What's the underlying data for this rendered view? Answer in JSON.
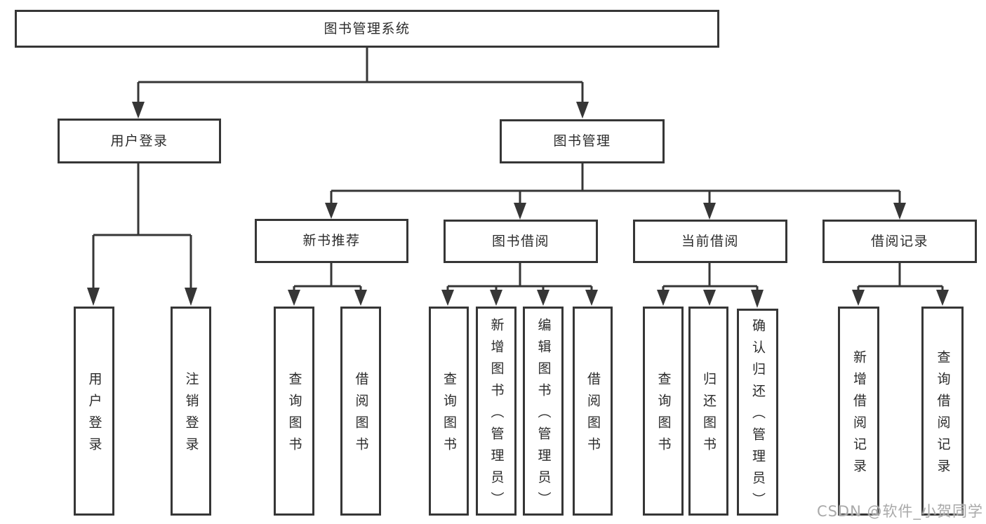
{
  "colors": {
    "background": "#ffffff",
    "line": "#363636",
    "box_border": "#363636",
    "text": "#2b2b2b",
    "watermark": "#a9a9a9"
  },
  "root": {
    "label": "图书管理系统"
  },
  "level2": [
    {
      "label": "用户登录"
    },
    {
      "label": "图书管理"
    }
  ],
  "level3": [
    {
      "label": "新书推荐"
    },
    {
      "label": "图书借阅"
    },
    {
      "label": "当前借阅"
    },
    {
      "label": "借阅记录"
    }
  ],
  "leaves": [
    {
      "label": "用户登录"
    },
    {
      "label": "注销登录"
    },
    {
      "label": "查询图书"
    },
    {
      "label": "借阅图书"
    },
    {
      "label": "查询图书"
    },
    {
      "label": "新增图书（管理员）"
    },
    {
      "label": "编辑图书（管理员）"
    },
    {
      "label": "借阅图书"
    },
    {
      "label": "查询图书"
    },
    {
      "label": "归还图书"
    },
    {
      "label": "确认归还（管理员）"
    },
    {
      "label": "新增借阅记录"
    },
    {
      "label": "查询借阅记录"
    }
  ],
  "watermark": {
    "text": "CSDN @软件_小贺同学"
  }
}
